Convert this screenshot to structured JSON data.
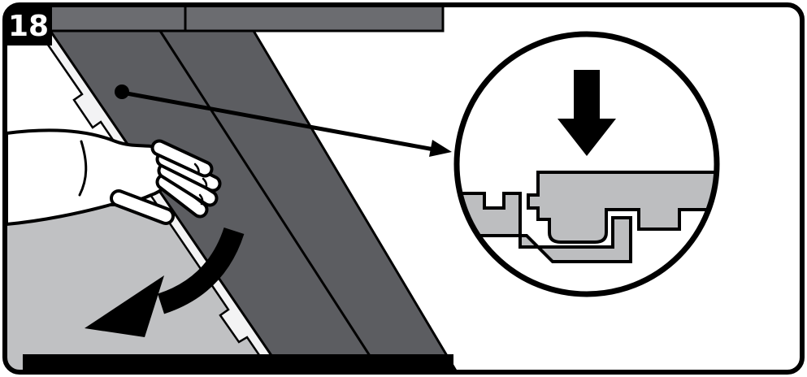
{
  "figure": {
    "step_badge": "18",
    "colors": {
      "ink": "#000000",
      "background": "#ffffff",
      "wall": "#6b6c70",
      "plank": "#5c5d61",
      "floor": "#c0c1c3",
      "plank_edge": "#f3f3f4",
      "board_profile": "#bdbec0",
      "hand": "#ffffff"
    },
    "icons": {
      "callout_dot": "black-dot-marker",
      "callout_arrow": "straight-arrow-to-detail",
      "rotation_arrow": "curved-arrow-down-left",
      "press_arrow": "arrow-down"
    }
  }
}
